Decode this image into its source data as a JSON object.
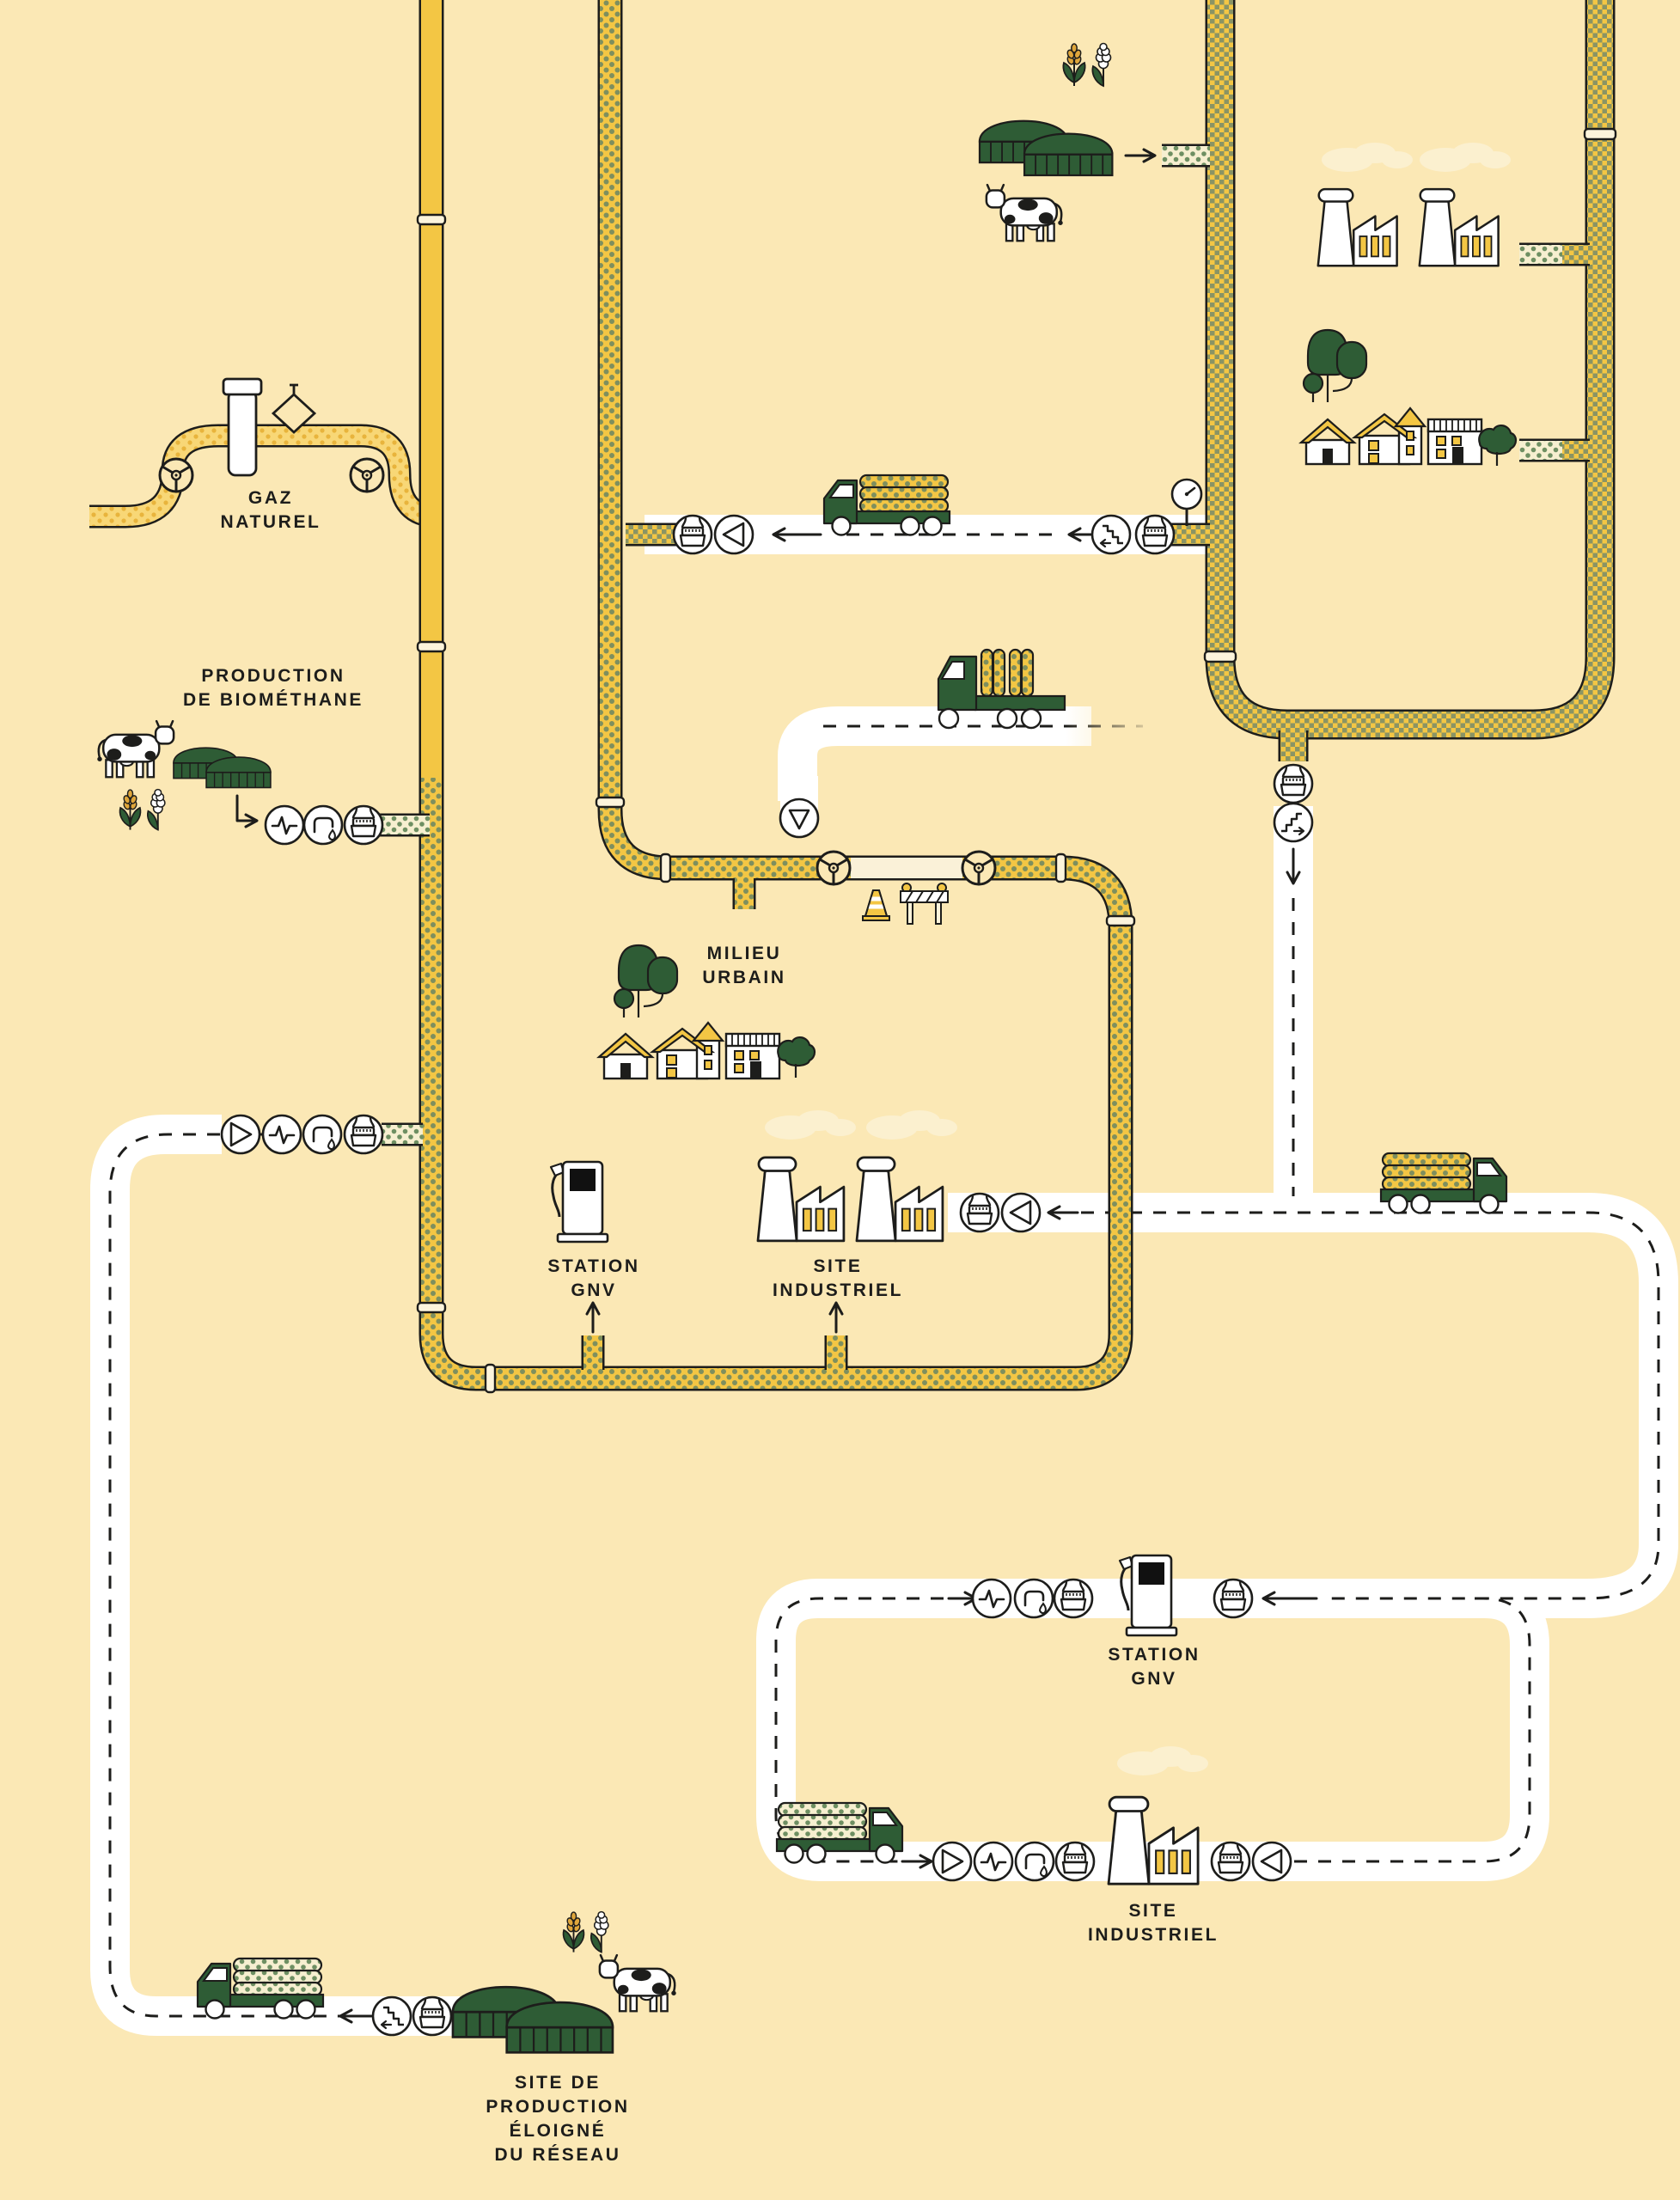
{
  "title": "Schéma du réseau de gaz : gaz naturel, biométhane et portage",
  "colors": {
    "background": "#FBE8B5",
    "pipe_yellow": "#F3C644",
    "pipe_dot_olive": "#7E8F5E",
    "transport_checker_olive": "#8A9464",
    "cream_dot_green": "#6E8F62",
    "wellhead_dot_gold": "#E8B43C",
    "dark_green": "#2E5C35",
    "outline": "#1D1D1B",
    "road_white": "#FFFFFF",
    "empty_pipe": "#FAF1D8",
    "steam": "#FBF0CF",
    "window_yellow": "#F3C644"
  },
  "labels": {
    "gaz_naturel": "GAZ\nNATUREL",
    "production_biomethane": "PRODUCTION\nDE BIOMÉTHANE",
    "milieu_urbain": "MILIEU\nURBAIN",
    "station_gnv_mid": "STATION\nGNV",
    "site_industriel_mid": "SITE\nINDUSTRIEL",
    "station_gnv_bottom": "STATION\nGNV",
    "site_industriel_bottom": "SITE\nINDUSTRIEL",
    "site_production_eloigne": "SITE DE\nPRODUCTION\nÉLOIGNÉ\nDU RÉSEAU"
  },
  "icons": [
    "gas-meter-icon",
    "compressor-left-icon",
    "compressor-right-icon",
    "quality-waveform-icon",
    "odorization-drop-icon",
    "pressure-step-up-icon",
    "pressure-step-down-icon",
    "pressure-regulator-icon",
    "valve-handwheel-icon",
    "pressure-gauge-icon"
  ],
  "scene_elements": [
    "natural-gas-wellhead",
    "biomethane-plant-top",
    "biomethane-plant-left",
    "remote-production-site",
    "urban-houses",
    "industrial-factories",
    "cng-trucks",
    "cow",
    "wheat",
    "roadworks-cone-and-barrier"
  ]
}
